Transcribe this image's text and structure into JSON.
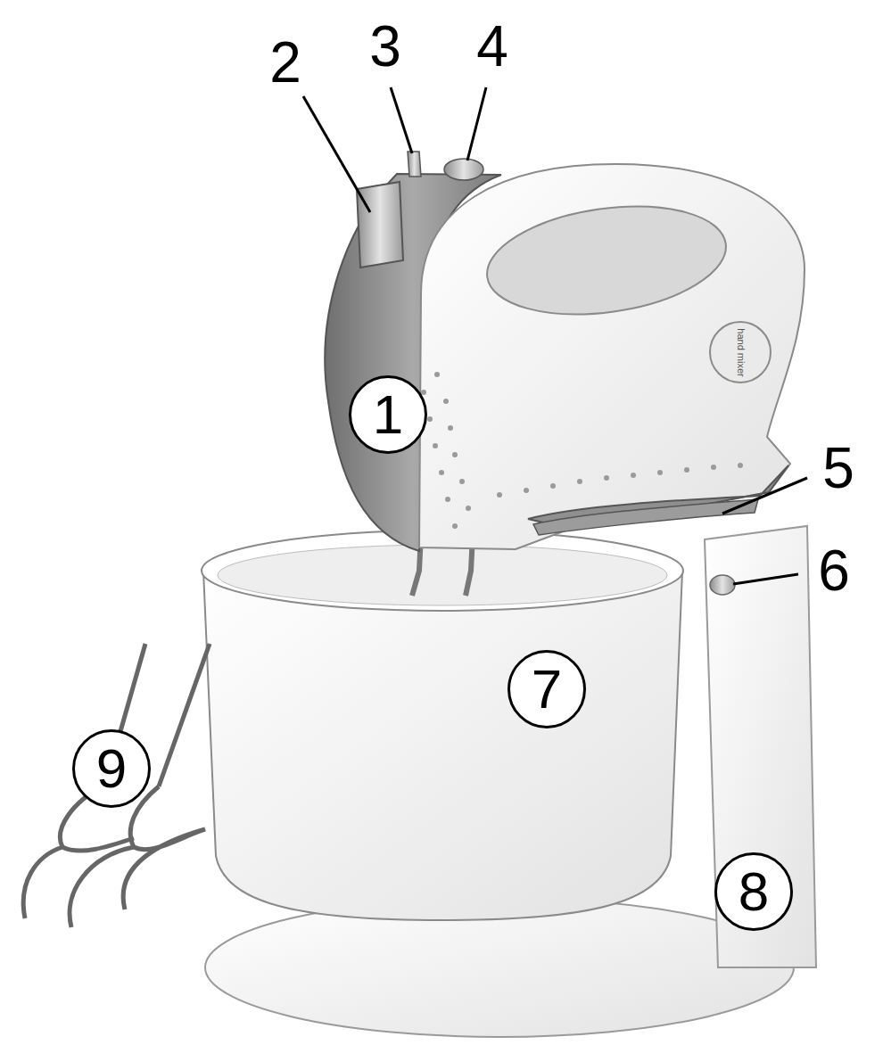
{
  "diagram": {
    "nodes": [
      {
        "text": [
          "1"
        ]
      },
      {
        "text": [
          "7"
        ]
      },
      {
        "text": [
          "9"
        ]
      },
      {
        "text": [
          "8"
        ]
      }
    ],
    "labels": [
      "2",
      "3",
      "4",
      "5",
      "6",
      "hand mixer"
    ]
  }
}
